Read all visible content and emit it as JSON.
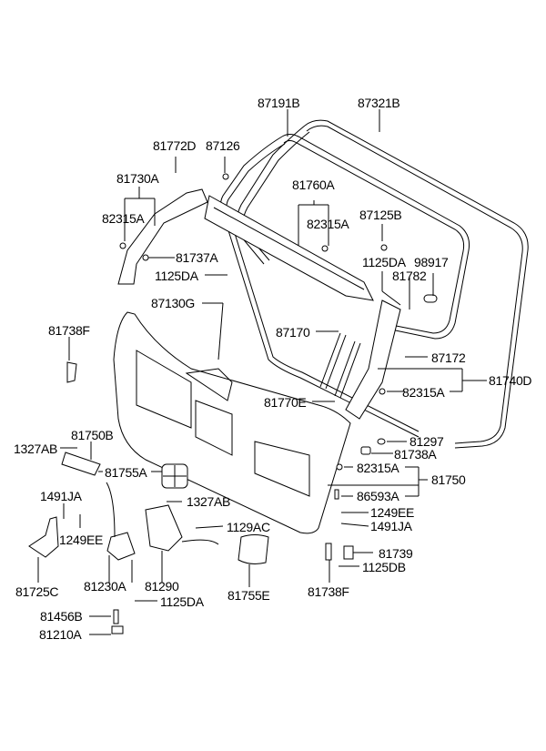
{
  "diagram": {
    "title": "Tail Gate Trim & Weatherstrip Parts Diagram",
    "labels": {
      "p87191B": "87191B",
      "p87321B": "87321B",
      "p81772D": "81772D",
      "p87126": "87126",
      "p81730A": "81730A",
      "p82315A_a": "82315A",
      "p81737A": "81737A",
      "p1125DA_a": "1125DA",
      "p87130G": "87130G",
      "p81760A": "81760A",
      "p82315A_b": "82315A",
      "p87125B": "87125B",
      "p1125DA_b": "1125DA",
      "p98917": "98917",
      "p81782": "81782",
      "p81738F_a": "81738F",
      "p87170": "87170",
      "p87172": "87172",
      "p81740D": "81740D",
      "p82315A_c": "82315A",
      "p81770E": "81770E",
      "p81297": "81297",
      "p81738A": "81738A",
      "p1327AB_a": "1327AB",
      "p81750B": "81750B",
      "p81755A": "81755A",
      "p82315A_d": "82315A",
      "p81750": "81750",
      "p86593A": "86593A",
      "p1491JA_a": "1491JA",
      "p1327AB_b": "1327AB",
      "p1249EE_a": "1249EE",
      "p1249EE_b": "1249EE",
      "p1129AC": "1129AC",
      "p1491JA_b": "1491JA",
      "p81739": "81739",
      "p81725C": "81725C",
      "p81230A": "81230A",
      "p81290": "81290",
      "p81755E": "81755E",
      "p1125DB": "1125DB",
      "p81738F_b": "81738F",
      "p1125DA_c": "1125DA",
      "p81456B": "81456B",
      "p81210A": "81210A"
    }
  }
}
